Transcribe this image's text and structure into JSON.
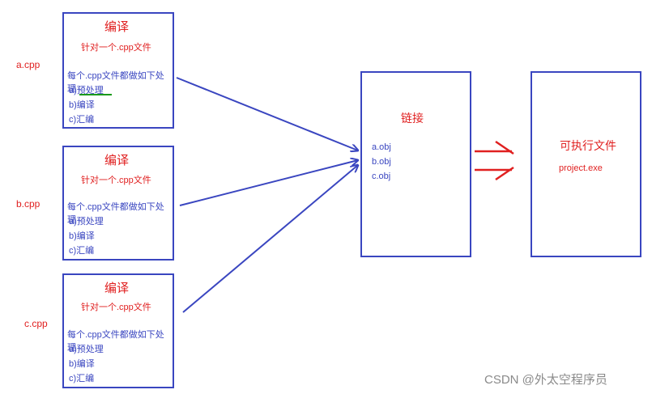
{
  "files": [
    "a.cpp",
    "b.cpp",
    "c.cpp"
  ],
  "compile_box": {
    "title": "编译",
    "subtitle": "针对一个.cpp文件",
    "process_note": "每个.cpp文件都做如下处理",
    "steps": [
      "a)预处理",
      "b)编译",
      "c)汇编"
    ]
  },
  "link_box": {
    "title": "链接",
    "objects": [
      "a.obj",
      "b.obj",
      "c.obj"
    ]
  },
  "exe_box": {
    "title": "可执行文件",
    "filename": "project.exe"
  },
  "watermark": "CSDN @外太空程序员",
  "colors": {
    "box_border": "#3a46c0",
    "arrow": "#3a46c0",
    "accent_red": "#e02020",
    "underline_green": "#1a9a1a"
  }
}
